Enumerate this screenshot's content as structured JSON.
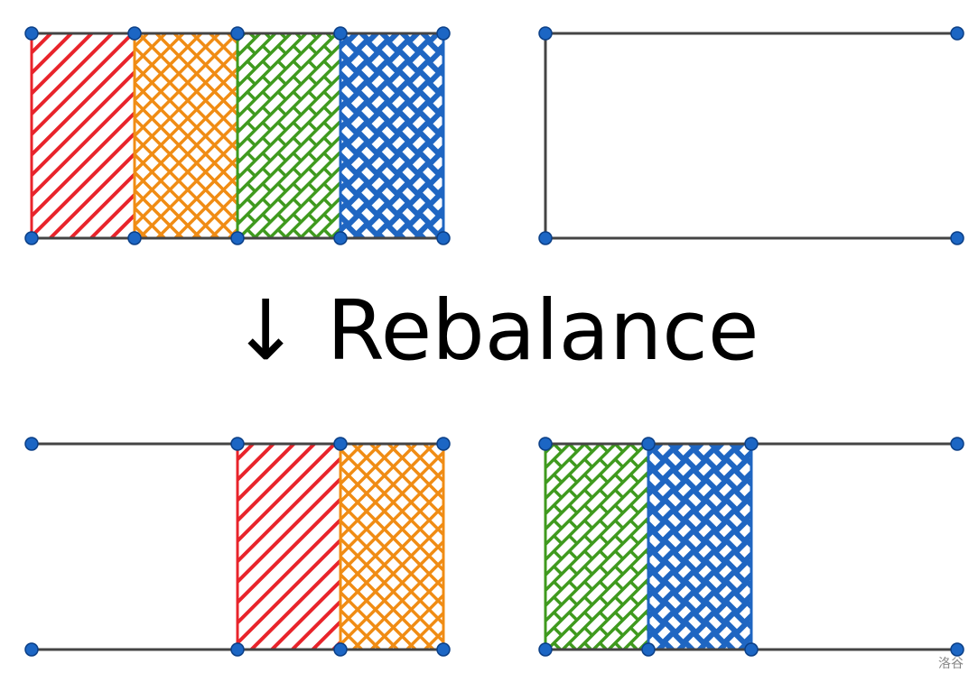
{
  "caption": "↓ Rebalance",
  "watermark": "洛谷",
  "colors": {
    "red": "#e8242b",
    "orange": "#f08c14",
    "green": "#3f9a1e",
    "blue": "#1f66c2",
    "line": "#444444",
    "node": "#1c66c4",
    "node_stroke": "#0b3f86"
  },
  "patterns": {
    "red": "diagonal-hatch",
    "orange": "crosshatch",
    "green": "brick",
    "blue": "weave"
  },
  "before": {
    "left_block": [
      "red",
      "orange",
      "green",
      "blue"
    ],
    "right_block": []
  },
  "after": {
    "left_block": [
      "empty",
      "empty",
      "red",
      "orange"
    ],
    "right_block": [
      "green",
      "blue",
      "empty",
      "empty"
    ]
  }
}
